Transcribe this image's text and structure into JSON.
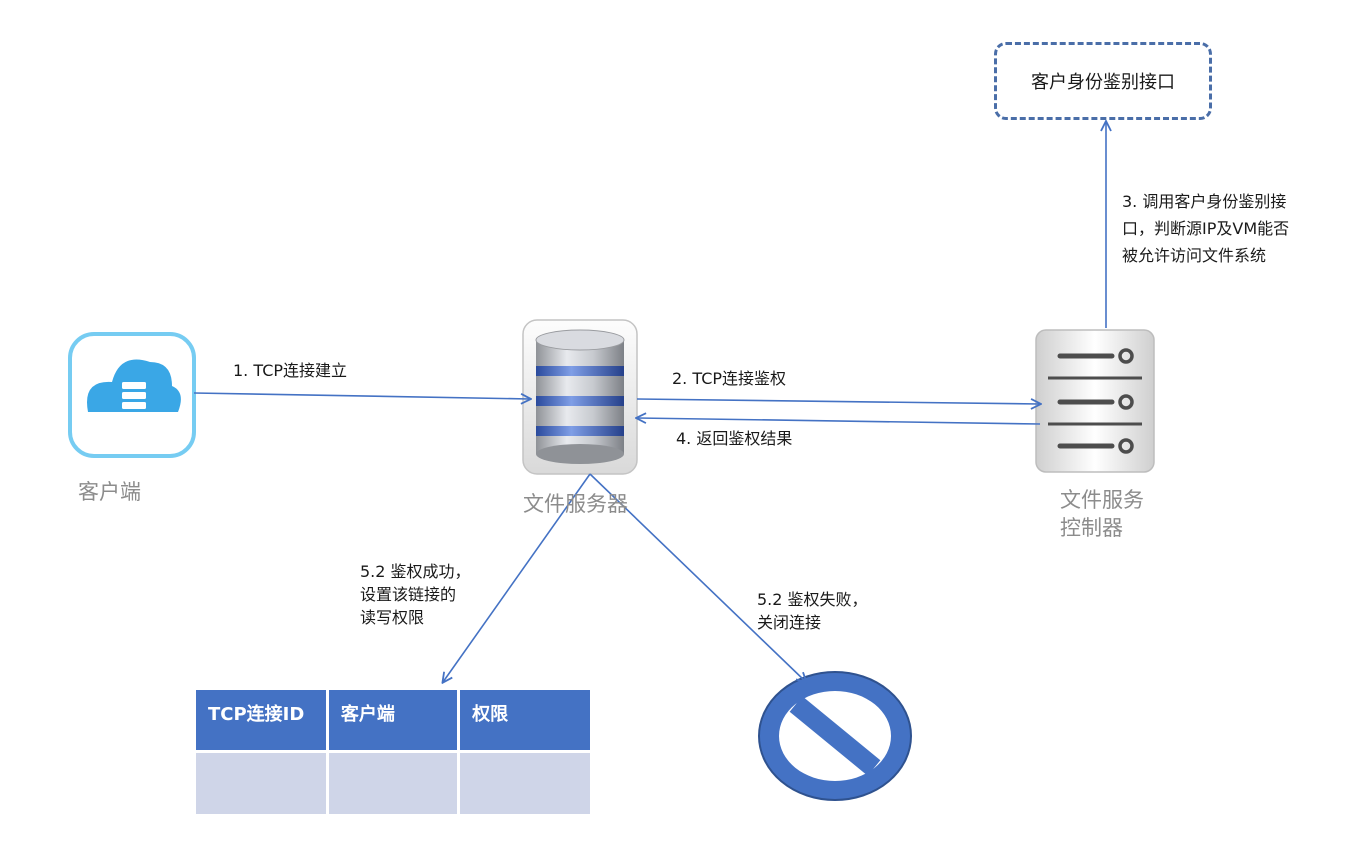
{
  "nodes": {
    "client": "客户端",
    "file_server": "文件服务器",
    "controller": "文件服务\n控制器",
    "auth_interface": "客户身份鉴别接口"
  },
  "steps": {
    "step1": "1. TCP连接建立",
    "step2": "2. TCP连接鉴权",
    "step3": "3. 调用客户身份鉴别接\n口，判断源IP及VM能否\n被允许访问文件系统",
    "step4": "4. 返回鉴权结果",
    "step5_success": "5.2 鉴权成功，\n设置该链接的\n读写权限",
    "step5_fail": "5.2 鉴权失败，\n关闭连接"
  },
  "table": {
    "headers": [
      "TCP连接ID",
      "客户端",
      "权限"
    ],
    "rows": [
      [
        "",
        "",
        ""
      ]
    ]
  },
  "colors": {
    "arrow": "#4472c4",
    "table_header": "#4472c4",
    "table_row": "#cfd5e8",
    "deny_symbol": "#4472c4",
    "dashed_border": "#4a6ea8"
  },
  "icons": [
    "cloud-server-icon",
    "database-server-icon",
    "controller-server-icon",
    "deny-icon"
  ]
}
